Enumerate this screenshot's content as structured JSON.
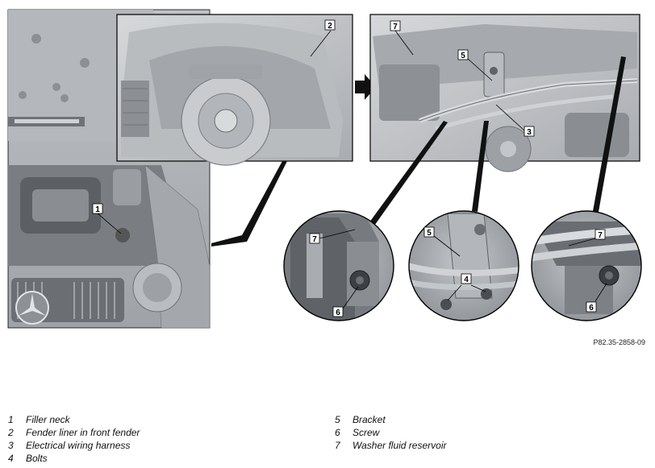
{
  "figure": {
    "reference_code": "P82.35-2858-09",
    "callouts": {
      "c1": "1",
      "c2": "2",
      "c3": "3",
      "c4": "4",
      "c5a": "5",
      "c5b": "5",
      "c6a": "6",
      "c6b": "6",
      "c7a": "7",
      "c7b": "7",
      "c7c": "7"
    }
  },
  "legend": {
    "left": [
      {
        "num": "1",
        "text": "Filler neck"
      },
      {
        "num": "2",
        "text": "Fender liner in front fender"
      },
      {
        "num": "3",
        "text": "Electrical wiring harness"
      },
      {
        "num": "4",
        "text": "Bolts"
      }
    ],
    "right": [
      {
        "num": "5",
        "text": "Bracket"
      },
      {
        "num": "6",
        "text": "Screw"
      },
      {
        "num": "7",
        "text": "Washer fluid reservoir"
      }
    ]
  }
}
